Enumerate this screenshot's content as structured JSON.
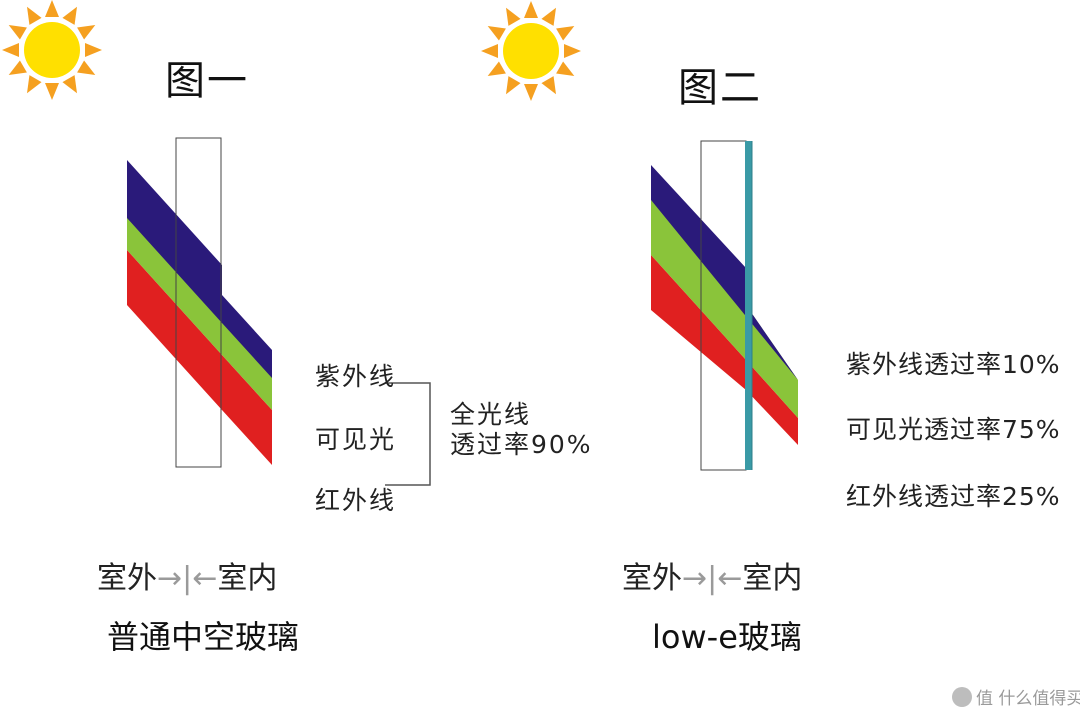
{
  "colors": {
    "ultraviolet": "#2a1a7a",
    "visible": "#8ac43a",
    "infrared": "#e02020",
    "lowe_coating": "#3a9aa6",
    "sun_core": "#ffe000",
    "sun_rays": "#f5a020"
  },
  "icons": [
    "sun-icon",
    "watermark-logo-icon"
  ],
  "figure1": {
    "title": "图一",
    "labels": {
      "uv": "紫外线",
      "visible": "可见光",
      "ir": "红外线"
    },
    "total": {
      "line1": "全光线",
      "line2": "透过率90%"
    },
    "direction": {
      "outside": "室外",
      "arrow_in": "→|←",
      "inside": "室内"
    },
    "caption": "普通中空玻璃"
  },
  "figure2": {
    "title": "图二",
    "rates": {
      "uv": "紫外线透过率10%",
      "visible": "可见光透过率75%",
      "ir": "红外线透过率25%"
    },
    "direction": {
      "outside": "室外",
      "arrow_in": "→|←",
      "inside": "室内"
    },
    "caption": "low-e玻璃"
  },
  "watermark": "值 什么值得买"
}
